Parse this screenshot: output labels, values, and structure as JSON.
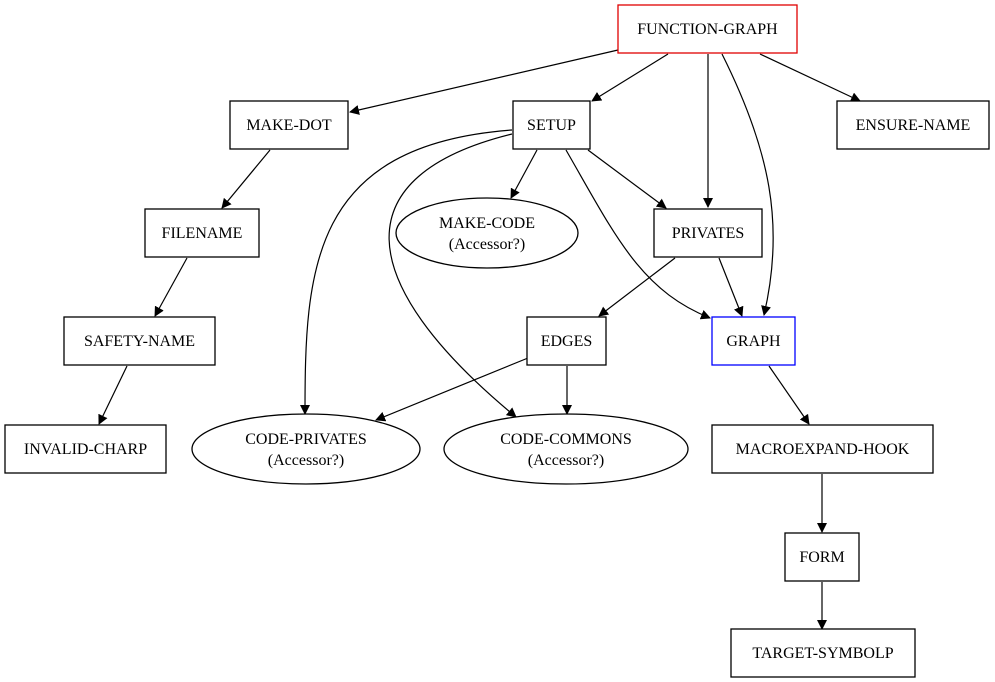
{
  "graph": {
    "nodes": {
      "function_graph": "FUNCTION-GRAPH",
      "make_dot": "MAKE-DOT",
      "setup": "SETUP",
      "ensure_name": "ENSURE-NAME",
      "filename": "FILENAME",
      "make_code": "MAKE-CODE",
      "privates": "PRIVATES",
      "safety_name": "SAFETY-NAME",
      "edges": "EDGES",
      "graph": "GRAPH",
      "invalid_charp": "INVALID-CHARP",
      "code_privates": "CODE-PRIVATES",
      "code_commons": "CODE-COMMONS",
      "macroexpand_hook": "MACROEXPAND-HOOK",
      "form": "FORM",
      "target_symbolp": "TARGET-SYMBOLP"
    },
    "accessor_label": "(Accessor?)",
    "colors": {
      "root_border": "#e00000",
      "target_border": "#0000ff",
      "default_border": "#000000"
    }
  }
}
